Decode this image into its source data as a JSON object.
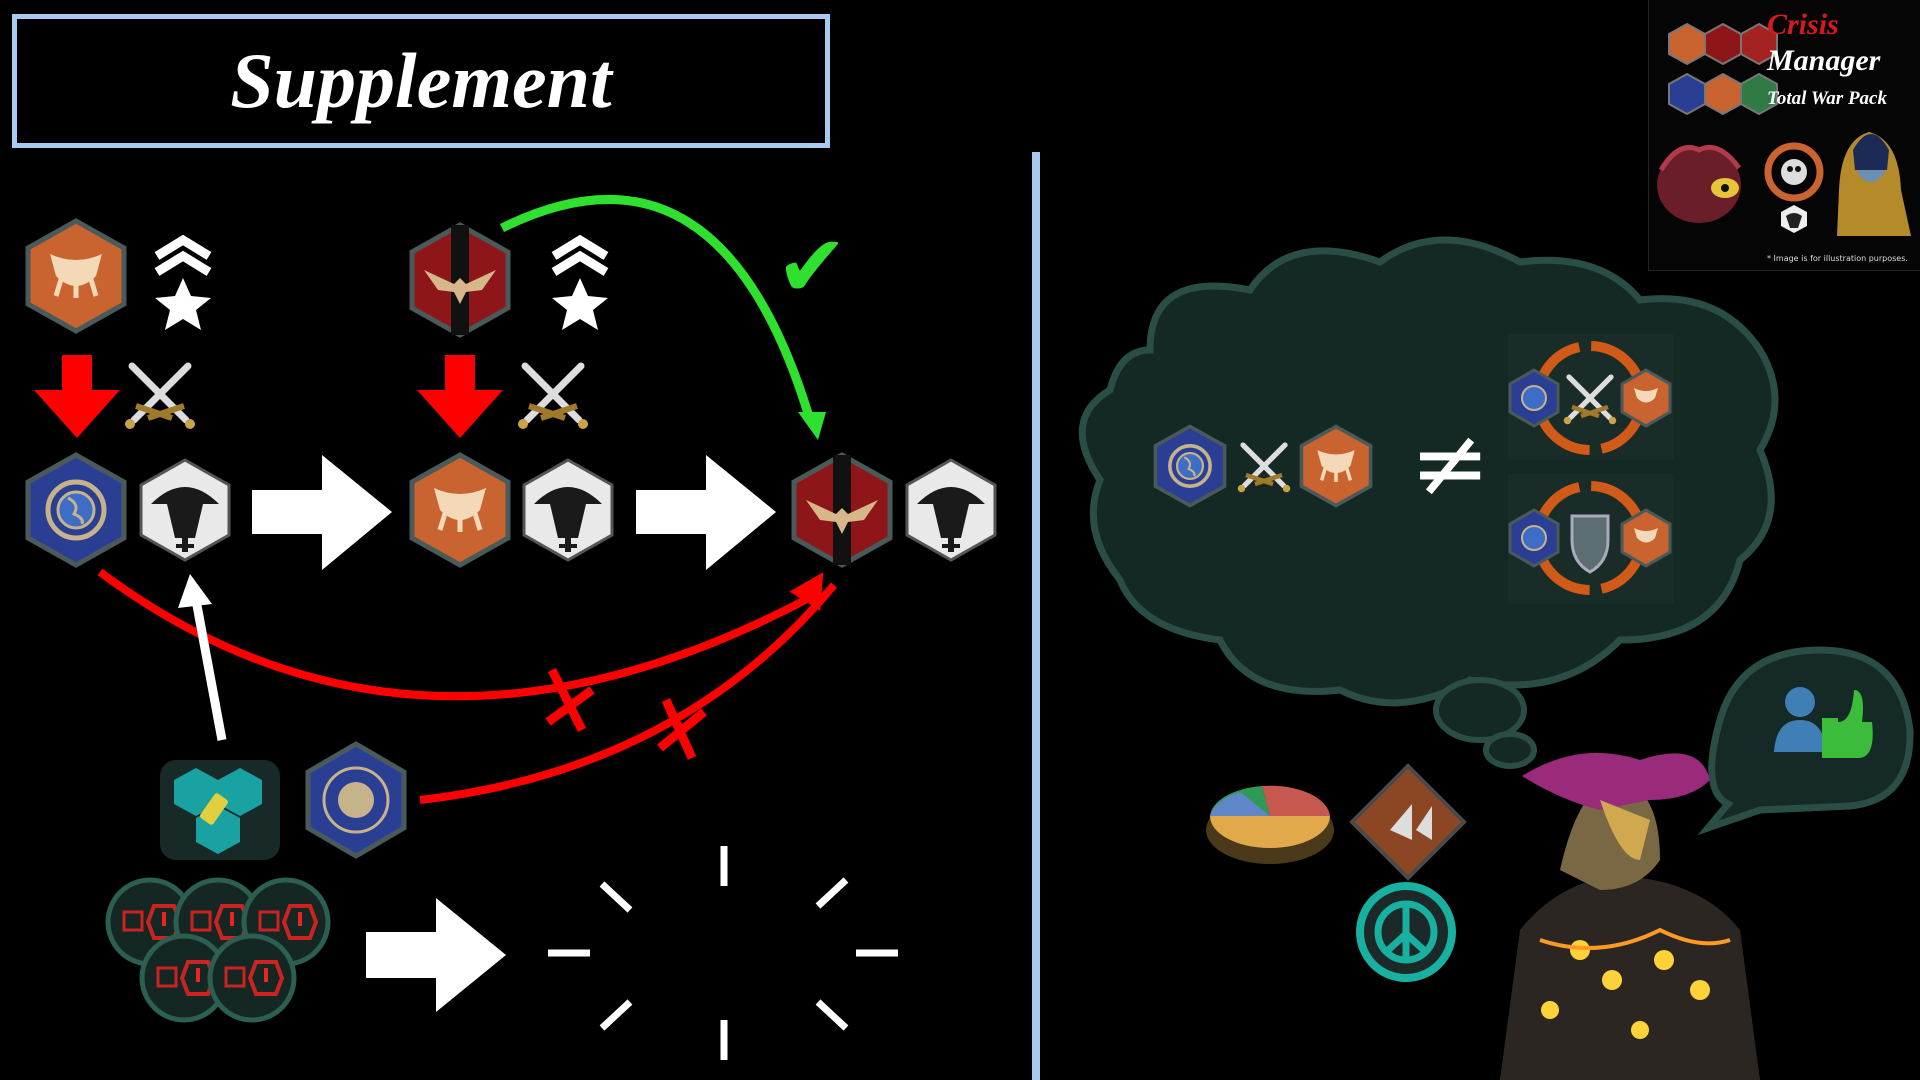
{
  "slide": {
    "title": "Supplement"
  },
  "branding": {
    "word1": "Crisis",
    "word2": "Manager",
    "word3": "Total War Pack",
    "note": "* Image is for illustration purposes."
  },
  "symbols": {
    "not_equal": "≠",
    "check": "✔"
  },
  "colors": {
    "accent_border": "#a9c9ee",
    "arrow_red": "#ff0000",
    "arrow_green": "#22dd22",
    "cloud_fill": "#142824",
    "cloud_stroke": "#2a4e46",
    "hex_blue": "#2a3f94",
    "hex_orange": "#c9632f",
    "hex_red": "#8e1618",
    "hex_white": "#e8e8e8"
  },
  "icons": [
    "empire-orange-icon",
    "rank-star-icon",
    "empire-red-eagle-icon",
    "crossed-swords-icon",
    "un-earth-icon",
    "white-fleet-icon",
    "teal-cells-icon",
    "hex-network-icon",
    "warning-badge-icon",
    "pie-chart-icon",
    "boots-icon",
    "peace-icon",
    "alien-character",
    "thumbs-up-icon",
    "defense-shield-icon"
  ]
}
